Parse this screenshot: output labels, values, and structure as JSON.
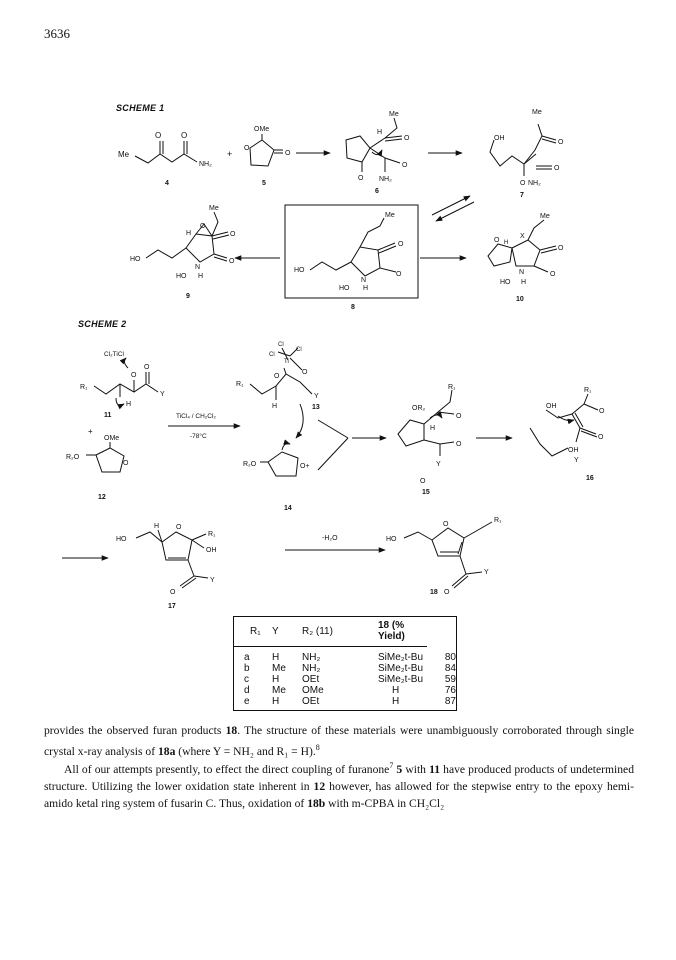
{
  "page": {
    "number": "3636"
  },
  "scheme1": {
    "label": "SCHEME 1",
    "compounds": [
      "4",
      "5",
      "6",
      "7",
      "8",
      "9",
      "10"
    ],
    "atoms": {
      "me": "Me",
      "nh2": "NH₂",
      "ome": "OMe",
      "o": "O",
      "oh": "OH",
      "h": "H",
      "ho": "HO",
      "n": "N",
      "x": "X",
      "plus": "+"
    }
  },
  "scheme2": {
    "label": "SCHEME 2",
    "compounds": [
      "11",
      "12",
      "13",
      "14",
      "15",
      "16",
      "17",
      "18"
    ],
    "atoms": {
      "cl2ticl": "Cl₂TiCl",
      "cl": "Cl",
      "ti": "Ti",
      "r1": "R₁",
      "r2": "R₂",
      "r2o": "R₂O",
      "or2": "OR₂",
      "y": "Y",
      "o_plus": "O+",
      "ho": "HO",
      "oh": "OH",
      "ome": "OMe",
      "h": "H",
      "o": "O",
      "plus": "+"
    },
    "reagents": {
      "line1": "TiCl₄ / CH₂Cl₂",
      "line2": "-78°C",
      "dehydration": "-H₂O"
    }
  },
  "table": {
    "headers": [
      "R₁",
      "Y",
      "R₂ (11)",
      "18 (% Yield)"
    ],
    "rows": [
      {
        "id": "a",
        "r1": "H",
        "y": "NH₂",
        "r2": "SiMe₂t-Bu",
        "yield": "80"
      },
      {
        "id": "b",
        "r1": "Me",
        "y": "NH₂",
        "r2": "SiMe₂t-Bu",
        "yield": "84"
      },
      {
        "id": "c",
        "r1": "H",
        "y": "OEt",
        "r2": "SiMe₂t-Bu",
        "yield": "59"
      },
      {
        "id": "d",
        "r1": "Me",
        "y": "OMe",
        "r2": "H",
        "yield": "76"
      },
      {
        "id": "e",
        "r1": "H",
        "y": "OEt",
        "r2": "H",
        "yield": "87"
      }
    ]
  },
  "text": {
    "p1_a": "provides the observed furan products ",
    "p1_b": "18",
    "p1_c": ".  The structure of these materials were unambiguously corroborated through single crystal x-ray analysis of ",
    "p1_d": "18a",
    "p1_e": " (where Y = NH₂ and R₁ = H).",
    "p1_ref": "8",
    "p2_a": "All of our attempts presently, to effect the direct coupling of furanone",
    "p2_ref": "7",
    "p2_b": " 5",
    "p2_c": " with ",
    "p2_d": "11",
    "p2_e": " have produced products of undetermined structure.  Utilizing the lower oxidation state inherent in ",
    "p2_f": "12",
    "p2_g": " however, has allowed for the stepwise entry to the epoxy hemi-amido ketal ring system of fusarin C.  Thus, oxidation of ",
    "p2_h": "18b",
    "p2_i": " with m-CPBA in CH₂Cl₂"
  }
}
